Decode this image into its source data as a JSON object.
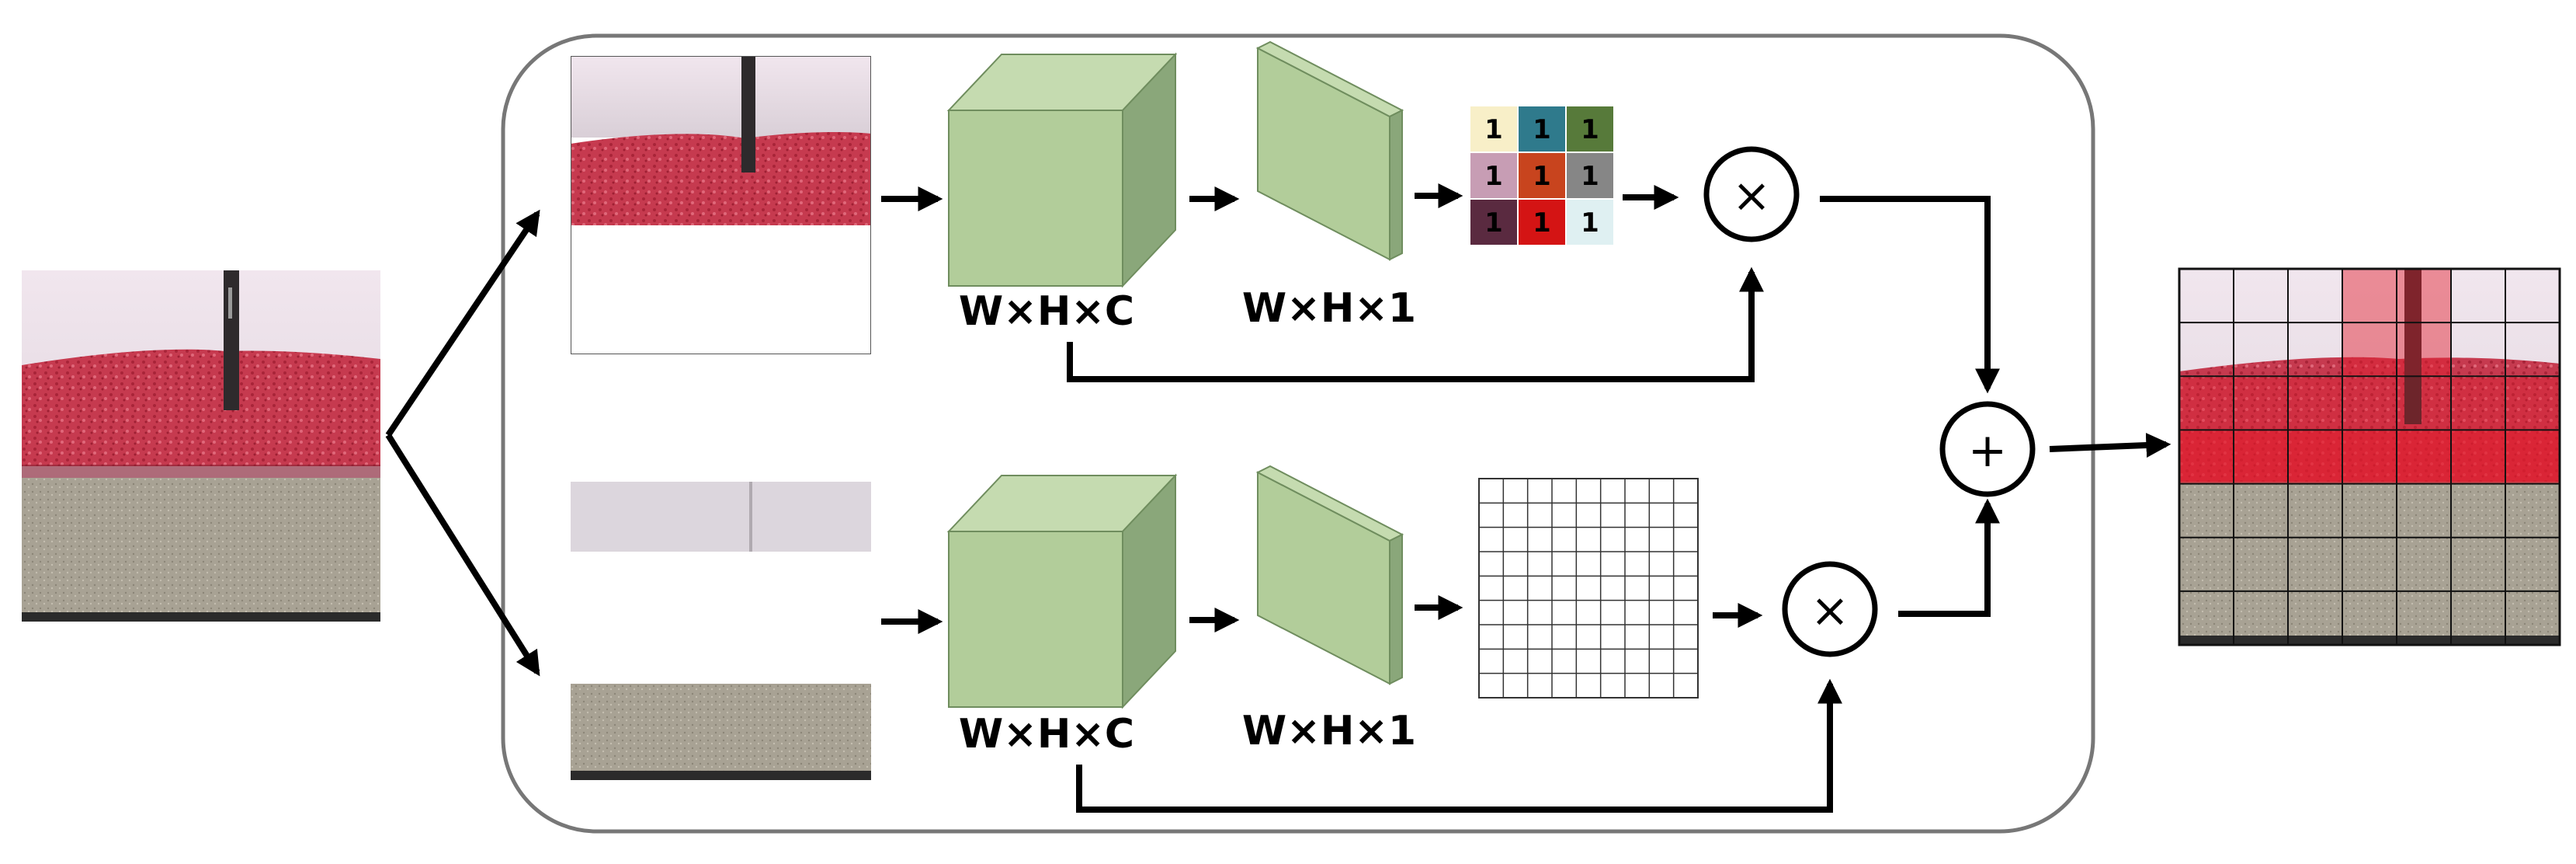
{
  "top_branch": {
    "feature_label": "W×H×C",
    "map_label": "W×H×1",
    "matrix": {
      "values": [
        [
          "1",
          "1",
          "1"
        ],
        [
          "1",
          "1",
          "1"
        ],
        [
          "1",
          "1",
          "1"
        ]
      ],
      "colors": [
        [
          "#f8efc8",
          "#2f7a8c",
          "#577a3a"
        ],
        [
          "#c79db4",
          "#c8441e",
          "#868686"
        ],
        [
          "#5a2a40",
          "#d41414",
          "#dff0f2"
        ]
      ]
    },
    "multiply_symbol": "×"
  },
  "bottom_branch": {
    "feature_label": "W×H×C",
    "map_label": "W×H×1",
    "multiply_symbol": "×"
  },
  "add_symbol": "+",
  "colors": {
    "cube_front": "#b2cd9a",
    "cube_top": "#c5dbb0",
    "cube_side": "#8aa77a",
    "sponge_red": "#c8384e",
    "foam_gray": "#a7a193",
    "highlight_red": "#e21c2c",
    "frame_border": "#777777"
  }
}
